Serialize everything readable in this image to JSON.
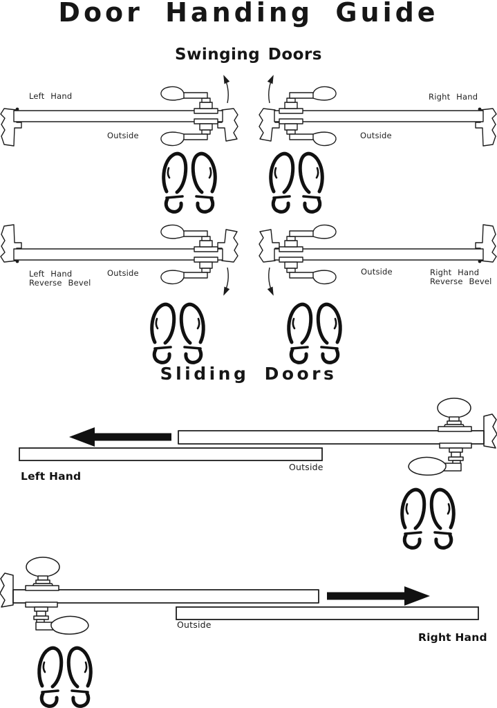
{
  "page": {
    "title": "Door Handing Guide"
  },
  "swinging": {
    "heading": "Swinging Doors",
    "diagrams": [
      {
        "label": "Left Hand",
        "outside": "Outside"
      },
      {
        "label": "Right Hand",
        "outside": "Outside"
      },
      {
        "label_line1": "Left Hand",
        "label_line2": "Reverse Bevel",
        "outside": "Outside"
      },
      {
        "label_line1": "Right Hand",
        "label_line2": "Reverse Bevel",
        "outside": "Outside"
      }
    ]
  },
  "sliding": {
    "heading": "Sliding Doors",
    "diagrams": [
      {
        "label": "Left Hand",
        "outside": "Outside"
      },
      {
        "label": "Right Hand",
        "outside": "Outside"
      }
    ]
  },
  "colors": {
    "ink": "#1c1c1c",
    "paper": "#ffffff"
  }
}
